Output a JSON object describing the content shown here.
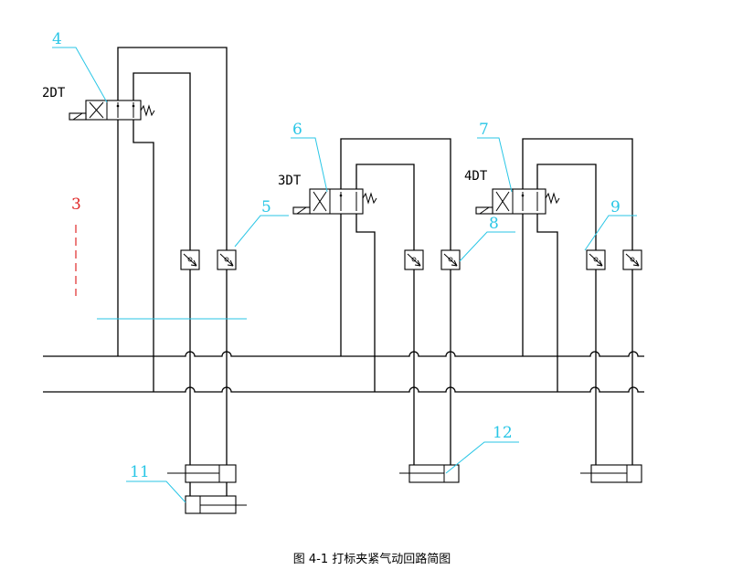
{
  "callouts": {
    "c3": "3",
    "c4": "4",
    "c5": "5",
    "c6": "6",
    "c7": "7",
    "c8": "8",
    "c9": "9",
    "c11": "11",
    "c12": "12"
  },
  "solenoids": {
    "s2": "2DT",
    "s3": "3DT",
    "s4": "4DT"
  },
  "caption": "图 4-1 打标夹紧气动回路简图",
  "colors": {
    "line": "#000000",
    "leader": "#29c6e6",
    "callout_text": "#29c6e6",
    "marker_red": "#e02828"
  }
}
